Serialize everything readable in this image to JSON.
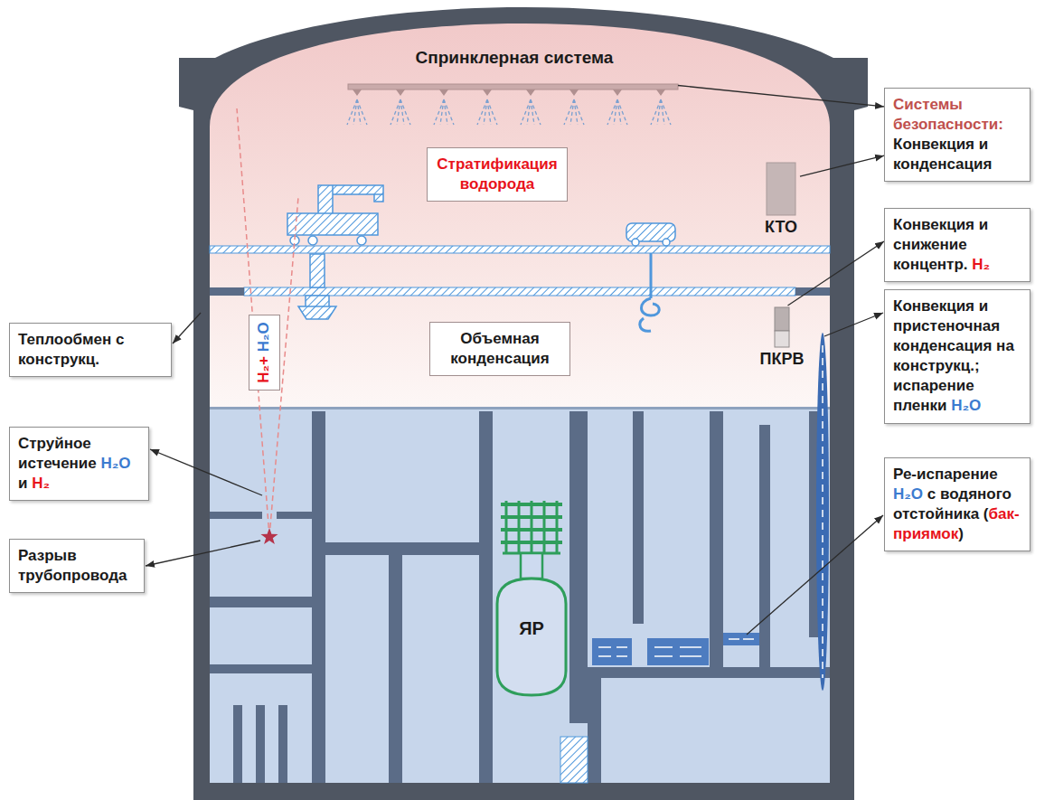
{
  "diagram": {
    "nodes": [
      {
        "text": [
          "Спринклерная система"
        ]
      },
      {
        "text": [
          "Системы безопасности:",
          "Конвекция и конденсация"
        ]
      },
      {
        "text": [
          "Стратификация водорода"
        ]
      },
      {
        "text": [
          "КТО"
        ]
      },
      {
        "text": [
          "Конвекция и снижение концентр. H₂"
        ]
      },
      {
        "text": [
          "Конвекция и пристеночная конденсация на конструкц.; испарение пленки H₂O"
        ]
      },
      {
        "text": [
          "Теплообмен с конструкц."
        ]
      },
      {
        "text": [
          "Объемная конденсация"
        ]
      },
      {
        "text": [
          "ПКРВ"
        ]
      },
      {
        "text": [
          "H₂+ H₂O"
        ]
      },
      {
        "text": [
          "Струйное истечение H₂O и H₂"
        ]
      },
      {
        "text": [
          "Ре-испарение H₂O с водяного отстойника (бак-приямок)"
        ]
      },
      {
        "text": [
          "Разрыв трубопровода"
        ]
      },
      {
        "text": [
          "ЯР"
        ]
      }
    ],
    "edges": [
      {
        "from": 0,
        "to": 1,
        "arrow": "to"
      },
      {
        "from": 3,
        "to": 1,
        "arrow": "to"
      },
      {
        "from": 8,
        "to": 4,
        "arrow": "to"
      }
    ]
  }
}
